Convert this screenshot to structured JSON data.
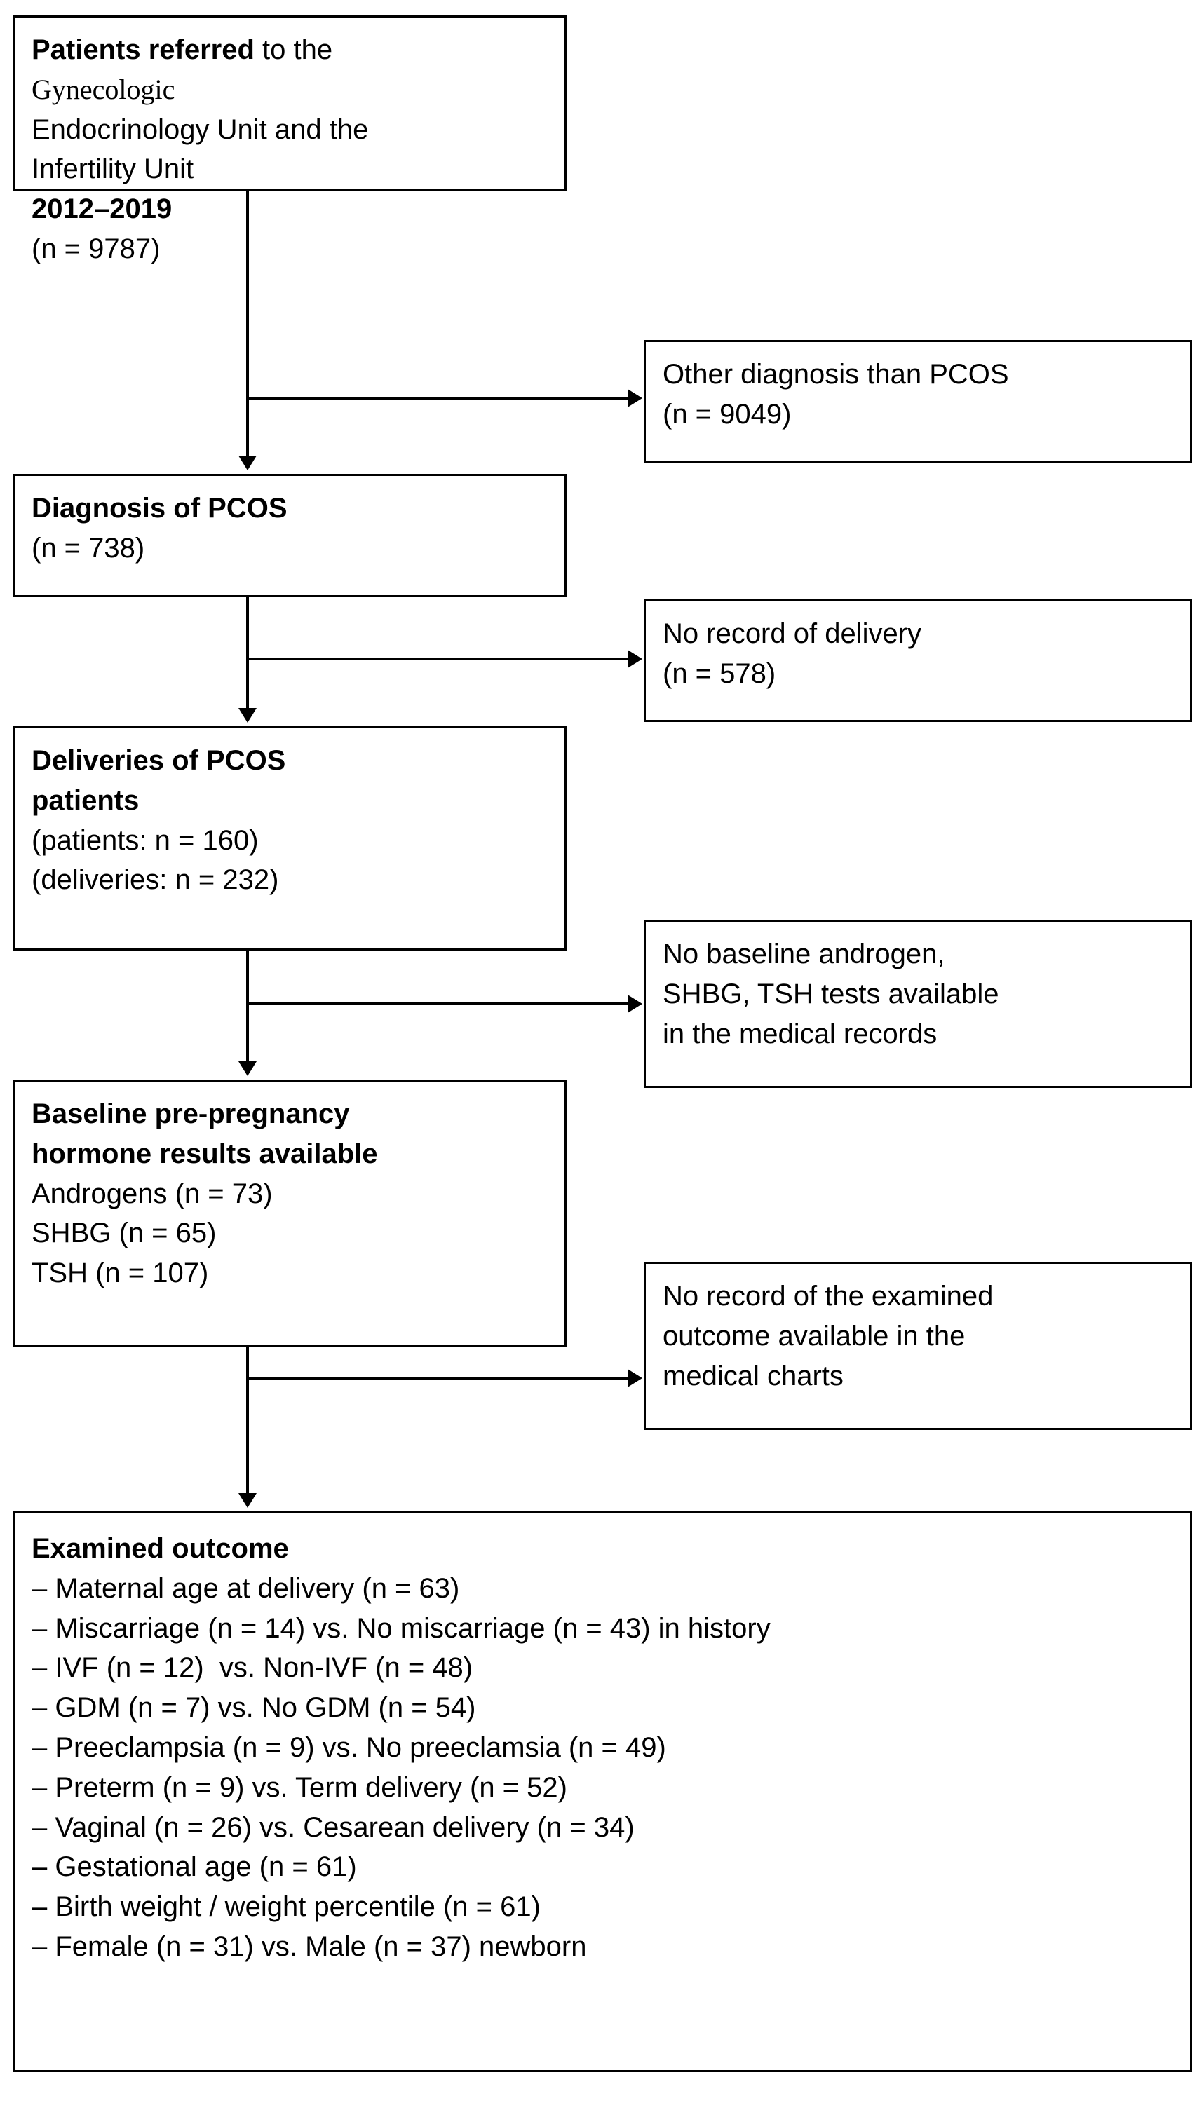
{
  "chart_data": {
    "type": "diagram",
    "title": "PCOS patient selection flow diagram",
    "layout": "vertical flowchart with right-side exclusion boxes",
    "nodes": [
      {
        "id": "referred",
        "n": 9787
      },
      {
        "id": "other_diagnosis",
        "n": 9049
      },
      {
        "id": "pcos_diagnosis",
        "n": 738
      },
      {
        "id": "no_delivery_record",
        "n": 578
      },
      {
        "id": "deliveries",
        "patients": 160,
        "deliveries": 232
      },
      {
        "id": "no_baseline_tests",
        "n": null
      },
      {
        "id": "baseline_hormones",
        "androgens": 73,
        "shbg": 65,
        "tsh": 107
      },
      {
        "id": "no_outcome_record",
        "n": null
      },
      {
        "id": "examined_outcome",
        "n": null
      }
    ]
  },
  "flow": {
    "box_referred": {
      "line1_bold": "Patients referred",
      "line1_rest": " to the",
      "line2_serif": "Gynecologic",
      "line3": "Endocrinology Unit and the",
      "line4": "Infertility Unit",
      "line5_bold": "2012–2019",
      "line6": "(n = 9787)"
    },
    "box_other_diagnosis": {
      "line1": "Other diagnosis than PCOS",
      "line2": "(n = 9049)"
    },
    "box_pcos_diagnosis": {
      "title": "Diagnosis of PCOS",
      "line2": "(n = 738)"
    },
    "box_no_delivery": {
      "line1": "No record of delivery",
      "line2": "(n = 578)"
    },
    "box_deliveries": {
      "title_line1": "Deliveries of PCOS",
      "title_line2": "patients",
      "line3": "(patients: n = 160)",
      "line4": "(deliveries: n = 232)"
    },
    "box_no_baseline_tests": {
      "line1": "No baseline androgen,",
      "line2": "SHBG, TSH tests available",
      "line3": "in the medical records"
    },
    "box_baseline_hormones": {
      "title_line1": "Baseline pre-pregnancy",
      "title_line2": "hormone results available",
      "line3": "Androgens (n = 73)",
      "line4": "SHBG (n = 65)",
      "line5": "TSH (n = 107)"
    },
    "box_no_outcome_record": {
      "line1": "No record of the examined",
      "line2": "outcome available in the",
      "line3": "medical charts"
    },
    "box_examined_outcome": {
      "title": "Examined outcome",
      "items": [
        "– Maternal age at delivery (n = 63)",
        "– Miscarriage (n = 14) vs. No miscarriage (n = 43) in history",
        "– IVF (n = 12)  vs. Non-IVF (n = 48)",
        "– GDM (n = 7) vs. No GDM (n = 54)",
        "– Preeclampsia (n = 9) vs. No preeclamsia (n = 49)",
        "– Preterm (n = 9) vs. Term delivery (n = 52)",
        "– Vaginal (n = 26) vs. Cesarean delivery (n = 34)",
        "– Gestational age (n = 61)",
        "– Birth weight / weight percentile (n = 61)",
        "– Female (n = 31) vs. Male (n = 37) newborn"
      ]
    }
  },
  "colors": {
    "stroke": "#000000",
    "background": "#ffffff",
    "text": "#000000"
  }
}
